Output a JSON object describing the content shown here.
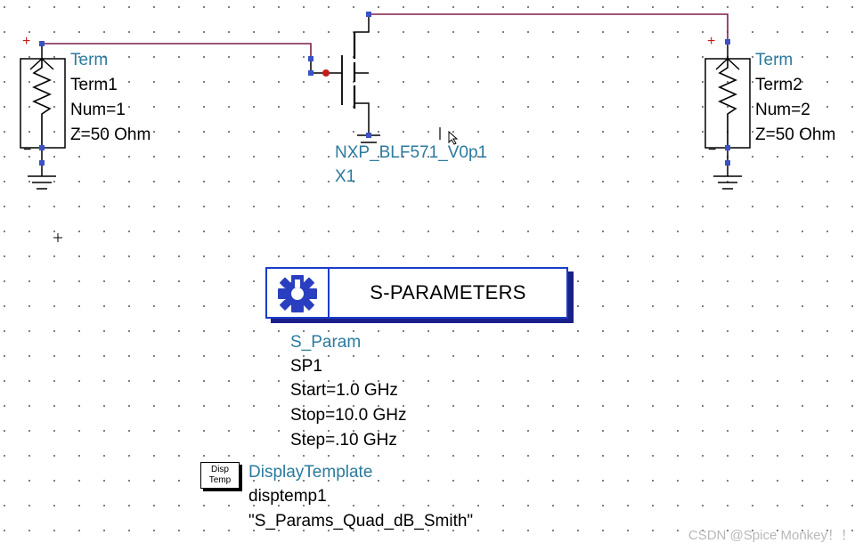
{
  "term1": {
    "type": "Term",
    "name": "Term1",
    "num": "Num=1",
    "z": "Z=50 Ohm",
    "plus": "+",
    "minus": "−"
  },
  "term2": {
    "type": "Term",
    "name": "Term2",
    "num": "Num=2",
    "z": "Z=50 Ohm",
    "plus": "+",
    "minus": "−"
  },
  "transistor": {
    "model": "NXP_BLF571_V0p1",
    "instance": "X1"
  },
  "sparam": {
    "title": "S-PARAMETERS",
    "type": "S_Param",
    "name": "SP1",
    "start": "Start=1.0 GHz",
    "stop": "Stop=10.0 GHz",
    "step": "Step=.10 GHz"
  },
  "display_template": {
    "icon_line1": "Disp",
    "icon_line2": "Temp",
    "type": "DisplayTemplate",
    "name": "disptemp1",
    "value": "\"S_Params_Quad_dB_Smith\""
  },
  "watermark": "CSDN @Spice Monkey！！",
  "colors": {
    "wire": "#7a1f4a",
    "pin": "#3a52c4",
    "label_blue": "#2b7a9e",
    "frame": "#1a3cc8"
  }
}
